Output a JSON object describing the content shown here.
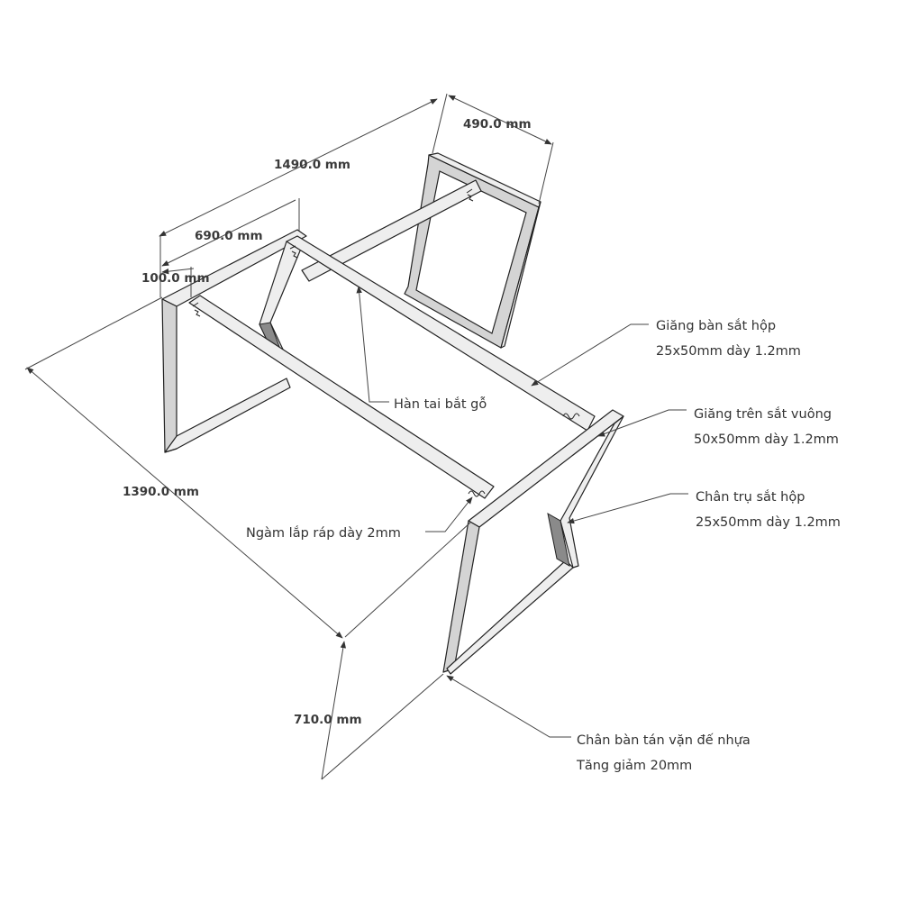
{
  "dimensions": {
    "overall_length": "1490.0 mm",
    "leg_top_width": "690.0 mm",
    "offset": "100.0 mm",
    "leg_depth": "490.0 mm",
    "diagonal_length": "1390.0 mm",
    "height": "710.0 mm"
  },
  "callouts": {
    "giang_ban": {
      "line1": "Giăng bàn sắt hộp",
      "line2": "25x50mm dày 1.2mm"
    },
    "han_tai": {
      "line1": "Hàn tai bắt gỗ"
    },
    "giang_tren": {
      "line1": "Giăng trên sắt vuông",
      "line2": "50x50mm dày 1.2mm"
    },
    "chan_tru": {
      "line1": "Chân trụ sắt hộp",
      "line2": "25x50mm dày 1.2mm"
    },
    "ngam": {
      "line1": "Ngàm lắp ráp dày 2mm"
    },
    "chan_ban": {
      "line1": "Chân bàn tán vặn đế nhựa",
      "line2": "Tăng giảm 20mm"
    }
  }
}
